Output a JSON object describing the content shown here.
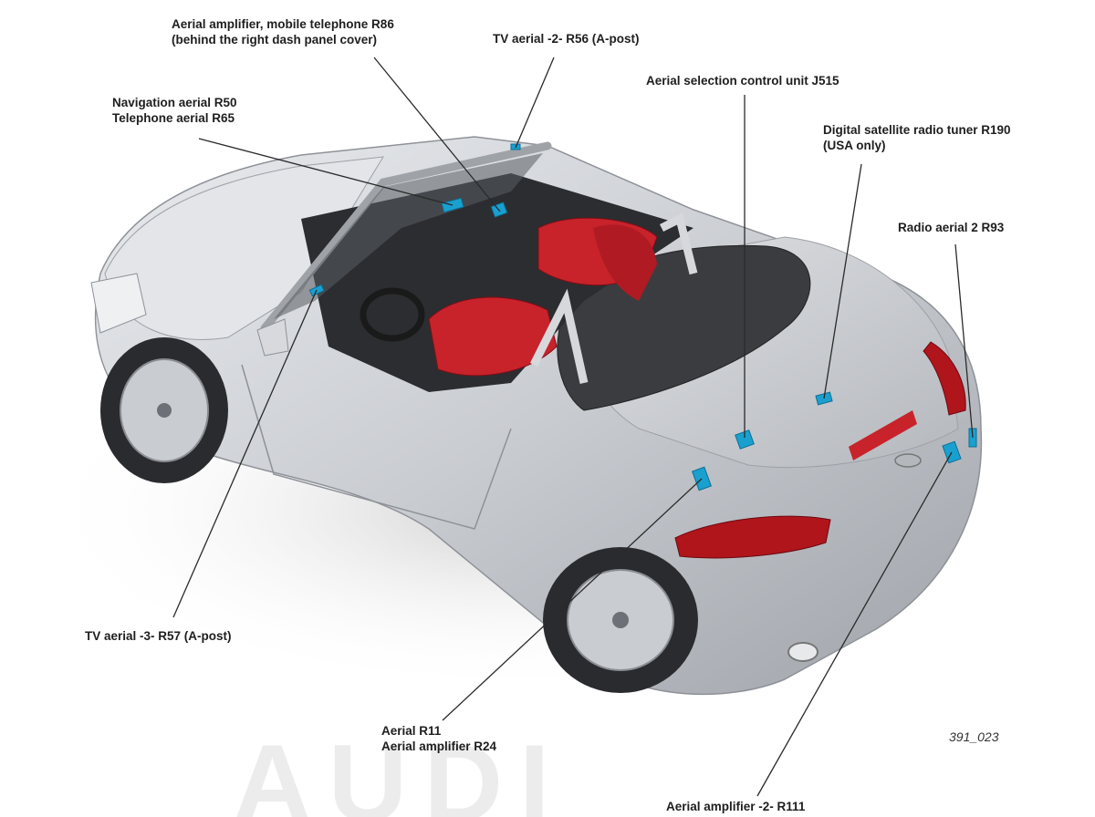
{
  "labels": {
    "amp_phone": {
      "line1": "Aerial amplifier, mobile telephone R86",
      "line2": "(behind the right dash panel cover)"
    },
    "tv2": {
      "line1": "TV aerial -2- R56 (A-post)"
    },
    "selection": {
      "line1": "Aerial selection control unit J515"
    },
    "nav": {
      "line1": "Navigation aerial R50",
      "line2": "Telephone aerial R65"
    },
    "sat": {
      "line1": "Digital satellite radio tuner R190",
      "line2": "(USA only)"
    },
    "radio2": {
      "line1": "Radio aerial 2  R93"
    },
    "tv3": {
      "line1": "TV aerial -3- R57 (A-post)"
    },
    "r11": {
      "line1": "Aerial R11",
      "line2": "Aerial amplifier  R24"
    },
    "r111": {
      "line1": "Aerial amplifier -2- R111"
    }
  },
  "figure_number": "391_023",
  "watermark": "AUDI",
  "colors": {
    "body_silver": "#cfd2d6",
    "interior_red": "#c8222b",
    "module_blue": "#1aa0cf",
    "taillight": "#b0151c"
  }
}
